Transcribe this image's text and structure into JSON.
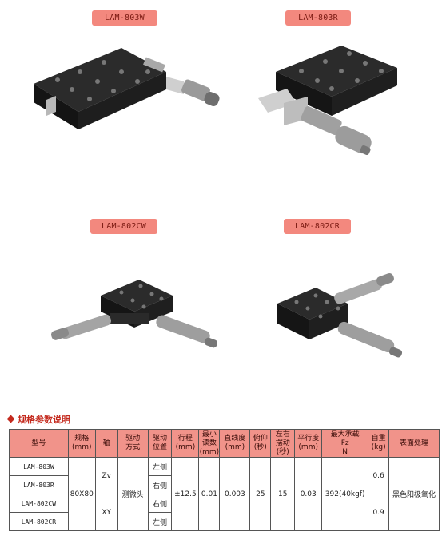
{
  "products": [
    {
      "model": "LAM-803W"
    },
    {
      "model": "LAM-803R"
    },
    {
      "model": "LAM-802CW"
    },
    {
      "model": "LAM-802CR"
    }
  ],
  "section_title": "规格参数说明",
  "table": {
    "headers": [
      {
        "l1": "型号",
        "l2": ""
      },
      {
        "l1": "规格",
        "l2": "(mm)"
      },
      {
        "l1": "轴",
        "l2": ""
      },
      {
        "l1": "驱动",
        "l2": "方式"
      },
      {
        "l1": "驱动",
        "l2": "位置"
      },
      {
        "l1": "行程",
        "l2": "(mm)"
      },
      {
        "l1": "最小",
        "l2": "读数",
        "l3": "(mm)"
      },
      {
        "l1": "直线度",
        "l2": "(mm)"
      },
      {
        "l1": "俯仰",
        "l2": "(秒)"
      },
      {
        "l1": "左右",
        "l2": "摆动",
        "l3": "(秒)"
      },
      {
        "l1": "平行度",
        "l2": "(mm)"
      },
      {
        "l1": "最大承载",
        "l2": "Fz",
        "l3": "N"
      },
      {
        "l1": "自重",
        "l2": "(kg)"
      },
      {
        "l1": "表面处理",
        "l2": ""
      }
    ],
    "models": [
      "LAM-803W",
      "LAM-803R",
      "LAM-802CW",
      "LAM-802CR"
    ],
    "spec": "80X80",
    "axes": [
      "Zv",
      "XY"
    ],
    "drive_method": "测微头",
    "drive_positions": [
      "左侧",
      "右侧",
      "右侧",
      "左侧"
    ],
    "travel": "±12.5",
    "min_reading": "0.01",
    "straightness": "0.003",
    "pitch": "25",
    "yaw": "15",
    "parallelism": "0.03",
    "max_load": "392(40kgf)",
    "weights": [
      "0.6",
      "0.9"
    ],
    "surface": "黑色阳极氧化"
  }
}
